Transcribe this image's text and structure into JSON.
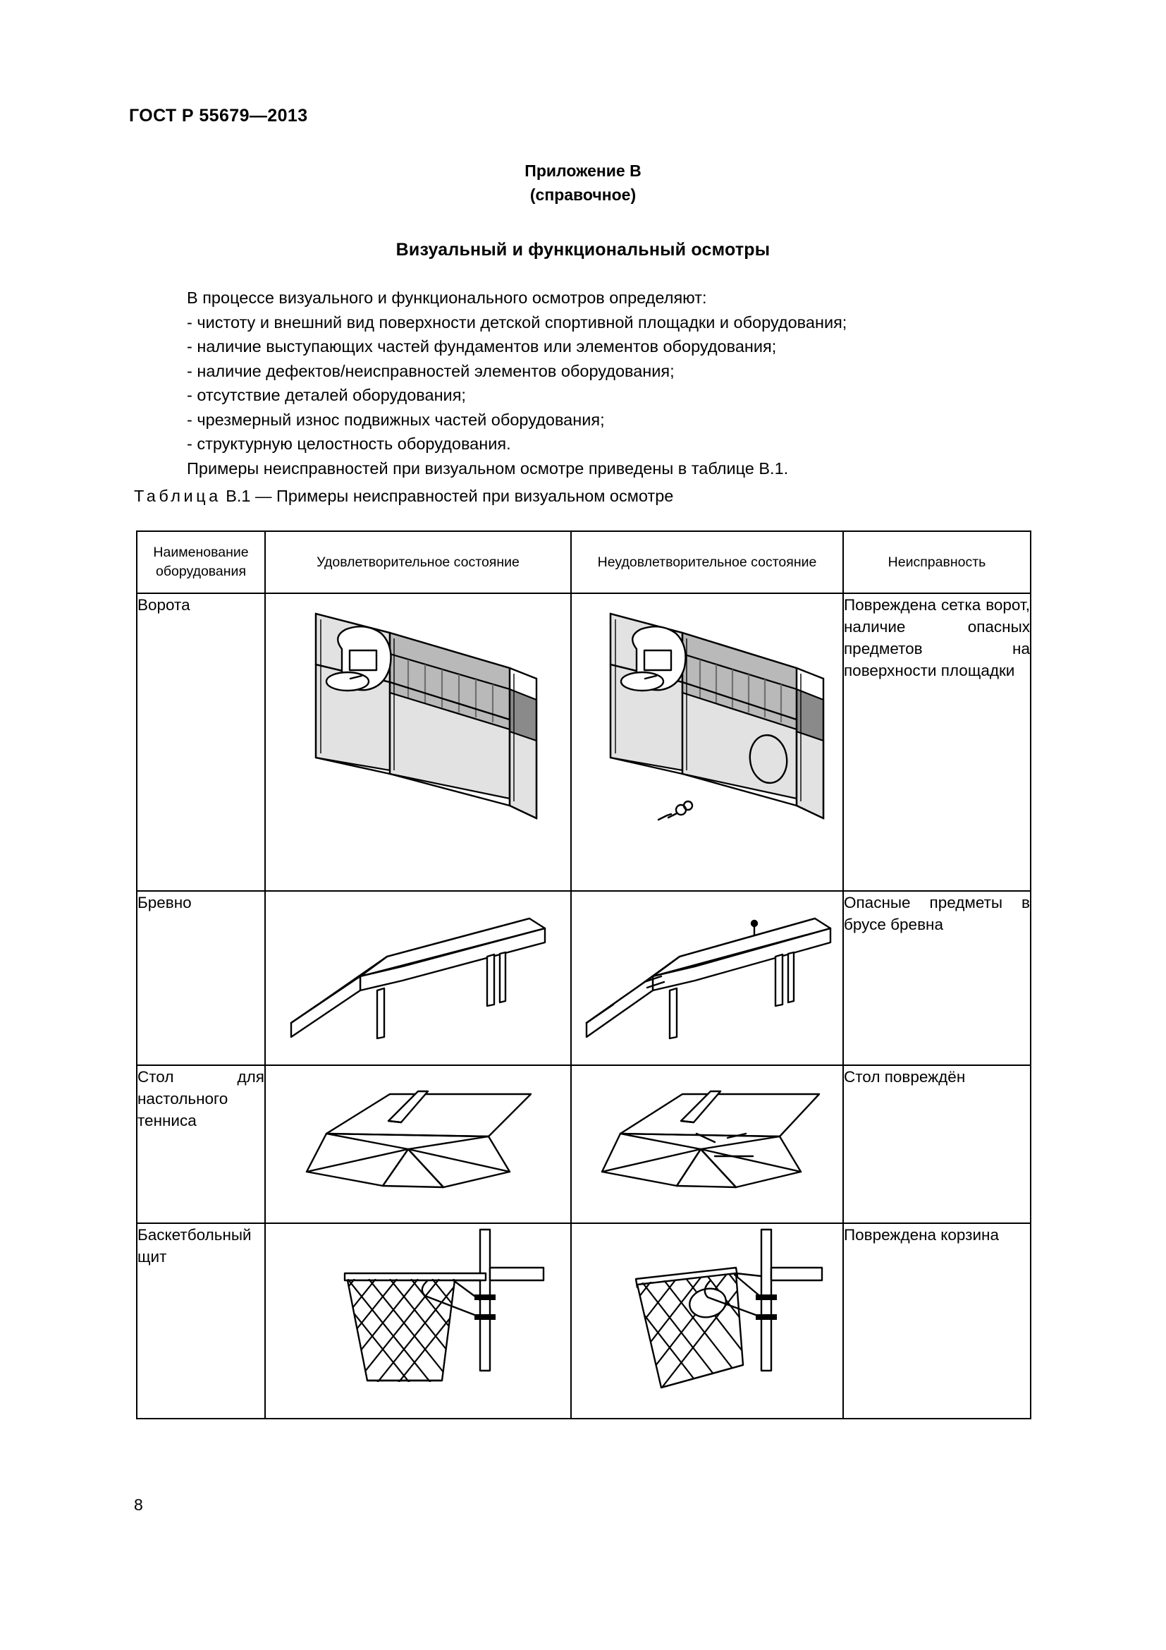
{
  "document": {
    "running_head": "ГОСТ Р 55679—2013",
    "page_number": "8"
  },
  "appendix": {
    "label": "Приложение В",
    "kind": "(справочное)",
    "title": "Визуальный и функциональный осмотры"
  },
  "body": {
    "lead": "В процессе визуального и функционального осмотров определяют:",
    "bullets": [
      "- чистоту и внешний вид поверхности детской спортивной площадки и оборудования;",
      "- наличие выступающих частей фундаментов или элементов оборудования;",
      "- наличие дефектов/неисправностей элементов оборудования;",
      "- отсутствие деталей оборудования;",
      "- чрезмерный износ подвижных частей оборудования;",
      "- структурную целостность оборудования."
    ],
    "tail": "Примеры неисправностей при визуальном осмотре приведены в таблице В.1."
  },
  "table_caption": {
    "word": "Таблица",
    "rest": "В.1 — Примеры неисправностей при визуальном осмотре"
  },
  "table": {
    "headers": [
      "Наименование оборудования",
      "Удовлетворительное состояние",
      "Неудовлетворительное состояние",
      "Неисправность"
    ],
    "rows": [
      {
        "name": "Ворота",
        "ok_figure": "sports-goal-with-basketball-backboard-intact",
        "bad_figure": "sports-goal-with-torn-net-and-debris",
        "fault": "Повреждена сетка ворот, наличие опас­ных предметов на поверхности пло­щадки"
      },
      {
        "name": "Бревно",
        "ok_figure": "balance-beam-intact",
        "bad_figure": "balance-beam-with-protruding-nail",
        "fault": "Опасные предметы в брусе бревна"
      },
      {
        "name": "Стол для настольного тенниса",
        "ok_figure": "table-tennis-table-intact",
        "bad_figure": "table-tennis-table-damaged-surface",
        "fault": "Стол повреждён"
      },
      {
        "name": "Баскетбольный щит",
        "ok_figure": "basketball-hoop-with-intact-net",
        "bad_figure": "basketball-hoop-with-torn-net",
        "fault": "Повреждена корзина"
      }
    ]
  },
  "colors": {
    "ink": "#000000",
    "paper": "#ffffff",
    "mesh_dark": "#8a8a8a",
    "mesh_mid": "#b9b9b9",
    "mesh_light": "#e2e2e2"
  }
}
